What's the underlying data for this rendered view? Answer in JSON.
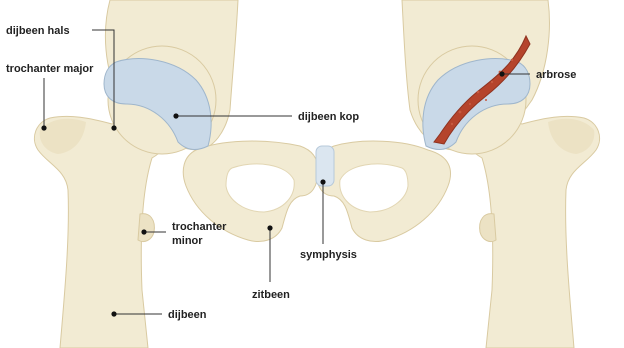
{
  "labels": {
    "dijbeen_hals": "dijbeen hals",
    "trochanter_major": "trochanter major",
    "dijbeen_kop": "dijbeen kop",
    "arbrose": "arbrose",
    "trochanter_minor_line1": "trochanter",
    "trochanter_minor_line2": "minor",
    "symphysis": "symphysis",
    "zitbeen": "zitbeen",
    "dijbeen": "dijbeen"
  },
  "colors": {
    "bone": "#f2ebd3",
    "bone_shade": "#e2d6b3",
    "cartilage": "#c9d9e8",
    "arthrosis": "#b5442c",
    "label_text": "#222222"
  }
}
